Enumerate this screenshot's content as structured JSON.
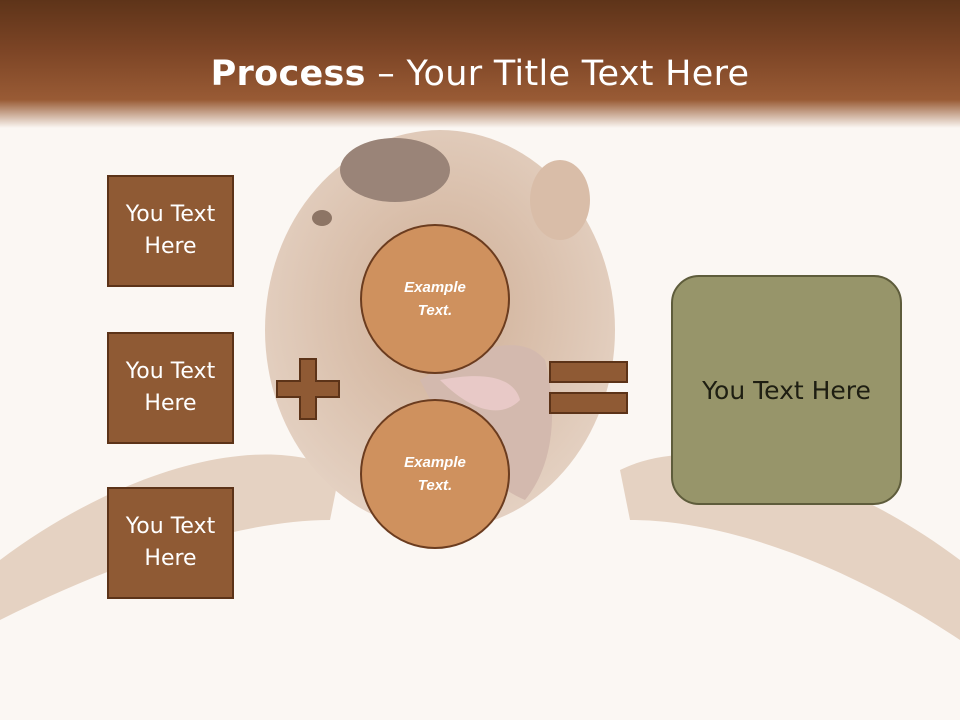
{
  "slide": {
    "title_bold": "Process",
    "title_rest": " – Your Title Text Here"
  },
  "left_boxes": [
    {
      "label": "You Text Here"
    },
    {
      "label": "You Text Here"
    },
    {
      "label": "You Text Here"
    }
  ],
  "circles": [
    {
      "label": "Example Text."
    },
    {
      "label": "Example Text."
    }
  ],
  "result": {
    "label": "You Text Here"
  },
  "colors": {
    "header": "#7d4526",
    "box_fill": "#8f5a34",
    "circle_fill": "#cf915e",
    "result_fill": "#97956a",
    "operator_fill": "#8f5a34"
  },
  "icons": {
    "plus": "plus-icon",
    "equals": "equals-icon"
  }
}
